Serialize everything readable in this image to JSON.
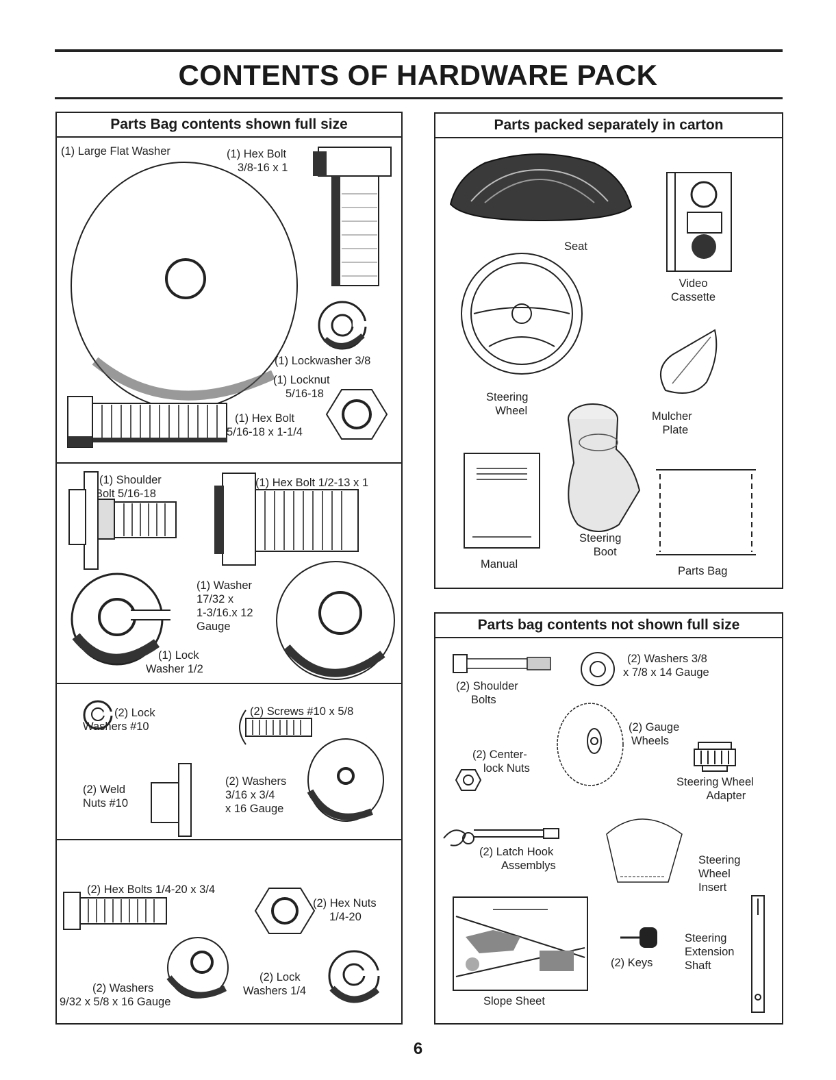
{
  "title": "CONTENTS OF HARDWARE PACK",
  "page_number": "6",
  "left_panel": {
    "heading": "Parts Bag contents shown full size",
    "section1": {
      "large_flat_washer": "(1) Large Flat Washer",
      "hex_bolt_38_l1": "(1) Hex Bolt",
      "hex_bolt_38_l2": "3/8-16 x 1",
      "lockwasher_38": "(1) Lockwasher 3/8",
      "locknut_l1": "(1) Locknut",
      "locknut_l2": "5/16-18",
      "hex_bolt_516_l1": "(1) Hex Bolt",
      "hex_bolt_516_l2": "5/16-18 x 1-1/4"
    },
    "section2": {
      "shoulder_bolt_l1": "(1) Shoulder",
      "shoulder_bolt_l2": "Bolt 5/16-18",
      "hex_bolt_12": "(1) Hex Bolt 1/2-13 x 1",
      "washer_l1": "(1) Washer",
      "washer_l2": "17/32 x",
      "washer_l3": "1-3/16.x 12",
      "washer_l4": "Gauge",
      "lock_washer_l1": "(1) Lock",
      "lock_washer_l2": "Washer 1/2"
    },
    "section3": {
      "lock_washers_10_l1": "(2) Lock",
      "lock_washers_10_l2": "Washers #10",
      "screws_10": "(2) Screws #10 x 5/8",
      "weld_nuts_l1": "(2) Weld",
      "weld_nuts_l2": "Nuts #10",
      "washers_316_l1": "(2) Washers",
      "washers_316_l2": "3/16 x 3/4",
      "washers_316_l3": "x 16 Gauge"
    },
    "section4": {
      "hex_bolts_14": "(2) Hex Bolts 1/4-20 x 3/4",
      "hex_nuts_l1": "(2) Hex Nuts",
      "hex_nuts_l2": "1/4-20",
      "washers_932_l1": "(2) Washers",
      "washers_932_l2": "9/32 x 5/8 x 16 Gauge",
      "lock_washers_14_l1": "(2) Lock",
      "lock_washers_14_l2": "Washers 1/4"
    }
  },
  "right_top_panel": {
    "heading": "Parts packed separately in carton",
    "seat": "Seat",
    "video_l1": "Video",
    "video_l2": "Cassette",
    "steering_wheel_l1": "Steering",
    "steering_wheel_l2": "Wheel",
    "mulcher_l1": "Mulcher",
    "mulcher_l2": "Plate",
    "manual": "Manual",
    "steering_boot_l1": "Steering",
    "steering_boot_l2": "Boot",
    "parts_bag": "Parts Bag"
  },
  "right_bottom_panel": {
    "heading": "Parts bag contents not shown full size",
    "shoulder_bolts_l1": "(2) Shoulder",
    "shoulder_bolts_l2": "Bolts",
    "washers_38_l1": "(2) Washers 3/8",
    "washers_38_l2": "x 7/8 x 14 Gauge",
    "gauge_wheels_l1": "(2) Gauge",
    "gauge_wheels_l2": "Wheels",
    "centerlock_l1": "(2) Center-",
    "centerlock_l2": "lock Nuts",
    "adapter_l1": "Steering Wheel",
    "adapter_l2": "Adapter",
    "latch_l1": "(2) Latch Hook",
    "latch_l2": "Assemblys",
    "insert_l1": "Steering",
    "insert_l2": "Wheel",
    "insert_l3": "Insert",
    "keys": "(2) Keys",
    "shaft_l1": "Steering",
    "shaft_l2": "Extension",
    "shaft_l3": "Shaft",
    "slope_sheet": "Slope Sheet"
  }
}
